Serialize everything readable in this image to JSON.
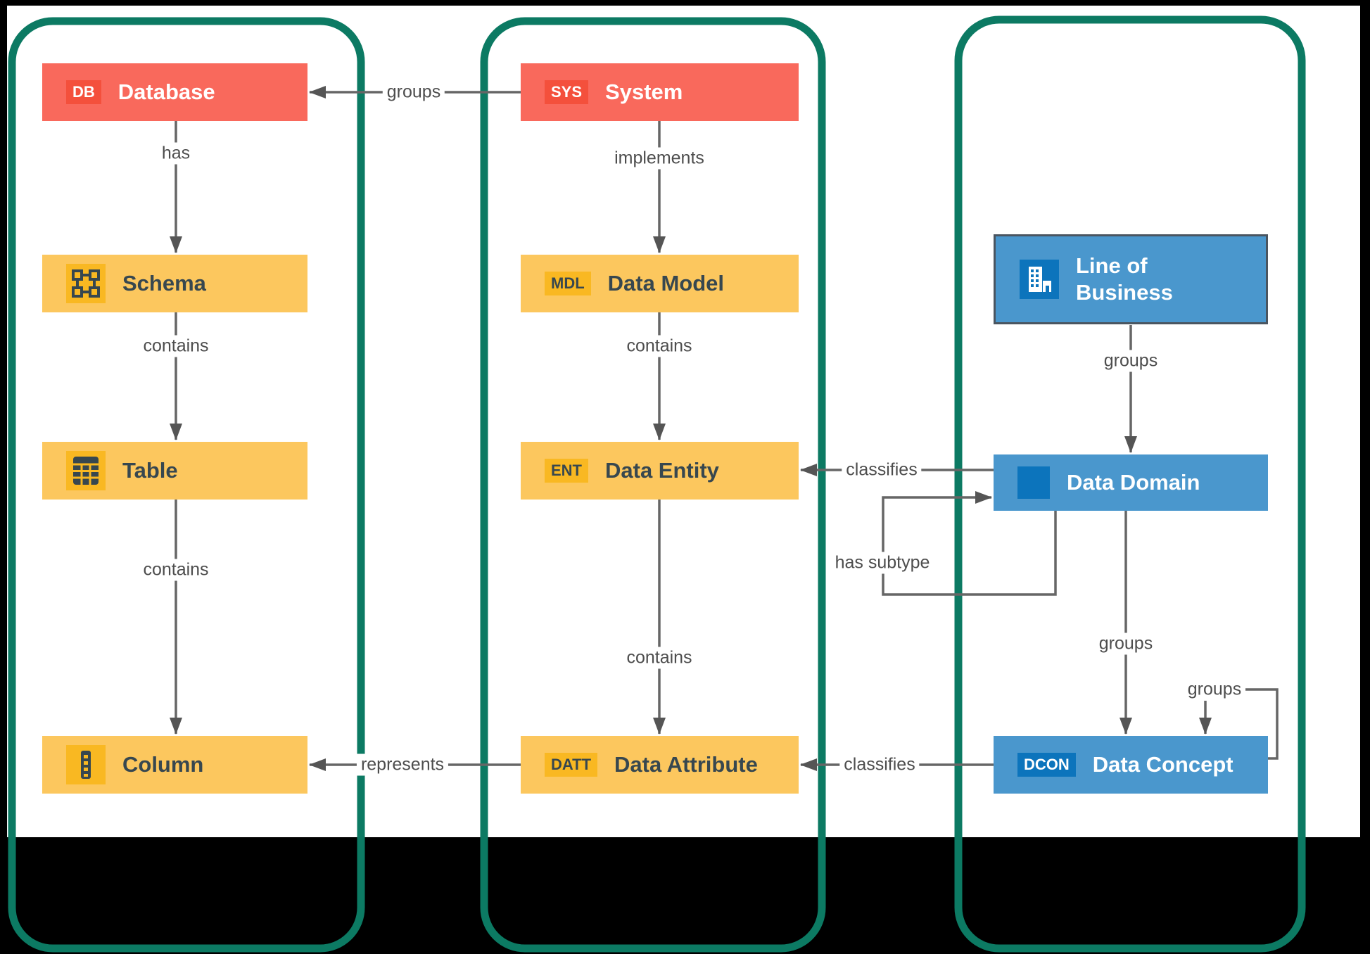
{
  "nodes": {
    "database": {
      "label": "Database",
      "badge": "DB"
    },
    "schema": {
      "label": "Schema",
      "icon": "schema-icon"
    },
    "table": {
      "label": "Table",
      "icon": "table-icon"
    },
    "column": {
      "label": "Column",
      "icon": "column-icon"
    },
    "system": {
      "label": "System",
      "badge": "SYS"
    },
    "data_model": {
      "label": "Data Model",
      "badge": "MDL"
    },
    "data_entity": {
      "label": "Data Entity",
      "badge": "ENT"
    },
    "data_attribute": {
      "label": "Data Attribute",
      "badge": "DATT"
    },
    "line_of_business": {
      "label": "Line of Business",
      "icon": "building-icon"
    },
    "data_domain": {
      "label": "Data Domain",
      "icon": "blue-square-badge"
    },
    "data_concept": {
      "label": "Data Concept",
      "badge": "DCON"
    }
  },
  "edges": {
    "db_schema": {
      "label": "has"
    },
    "schema_table": {
      "label": "contains"
    },
    "table_column": {
      "label": "contains"
    },
    "system_database": {
      "label": "groups"
    },
    "system_model": {
      "label": "implements"
    },
    "model_entity": {
      "label": "contains"
    },
    "entity_attribute": {
      "label": "contains"
    },
    "attribute_column": {
      "label": "represents"
    },
    "lob_domain": {
      "label": "groups"
    },
    "domain_entity": {
      "label": "classifies"
    },
    "domain_domain": {
      "label": "has subtype"
    },
    "domain_concept": {
      "label": "groups"
    },
    "concept_attribute": {
      "label": "classifies"
    },
    "concept_concept": {
      "label": "groups"
    }
  },
  "colors": {
    "physical_red": "#F9695C",
    "badge_red": "#F4503C",
    "logical_yellow": "#FCC75E",
    "badge_amber": "#F9B822",
    "business_blue": "#4A97CD",
    "badge_blue": "#0C74BC",
    "group_border_green": "#0C7A63",
    "edge_gray": "#666666",
    "node_text_dark": "#37474F",
    "background": "#000000",
    "paper": "#FFFFFF"
  }
}
